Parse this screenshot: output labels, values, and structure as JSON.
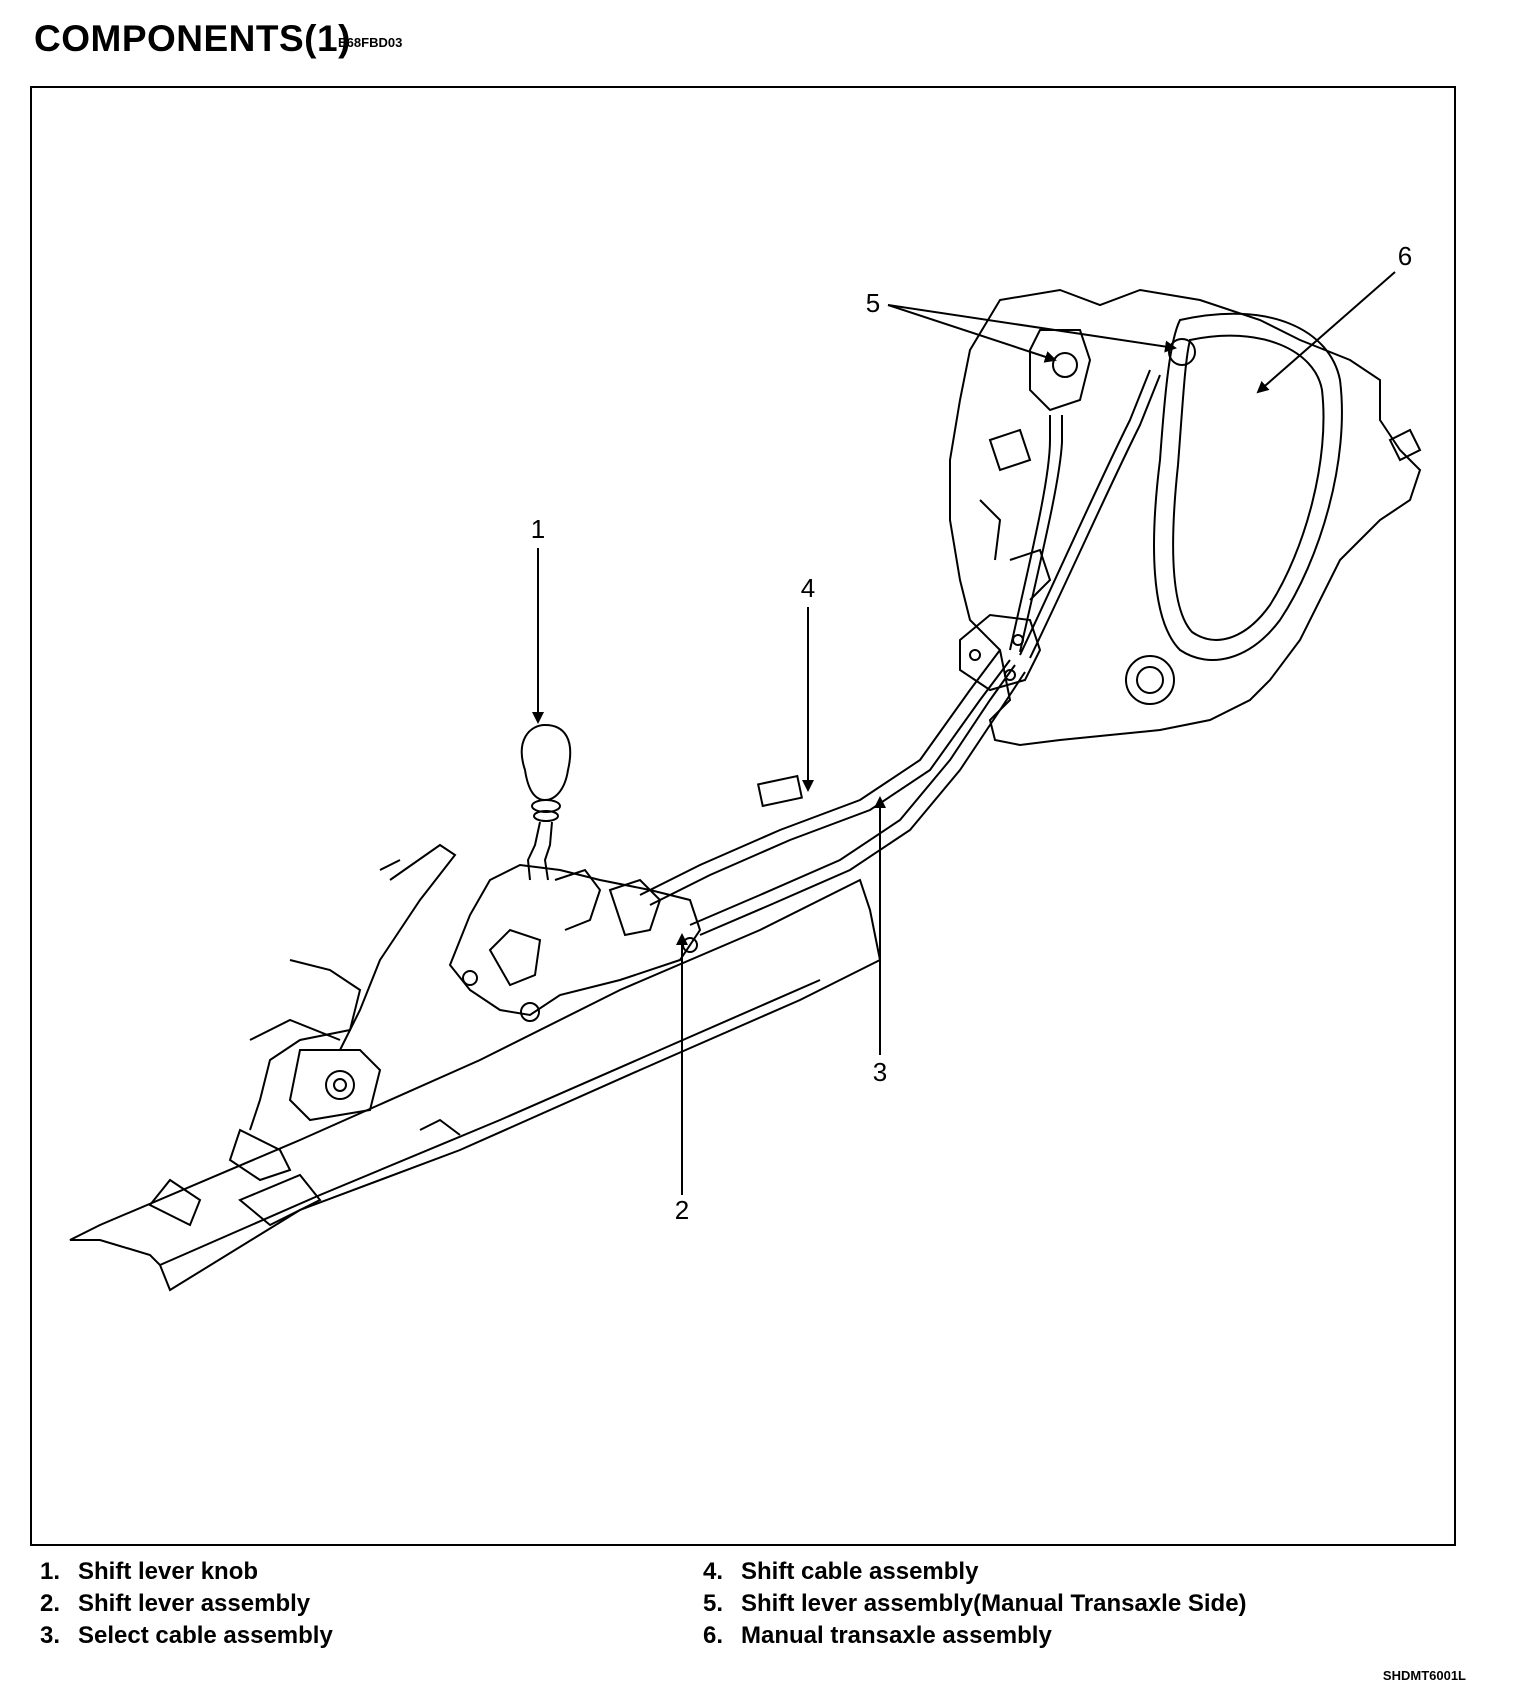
{
  "header": {
    "title": "COMPONENTS(1)",
    "code": "E68FBD03"
  },
  "callouts": [
    "1",
    "2",
    "3",
    "4",
    "5",
    "6"
  ],
  "legend": [
    {
      "num": "1.",
      "label": "Shift lever knob"
    },
    {
      "num": "2.",
      "label": "Shift lever assembly"
    },
    {
      "num": "3.",
      "label": "Select cable assembly"
    },
    {
      "num": "4.",
      "label": "Shift cable assembly"
    },
    {
      "num": "5.",
      "label": "Shift lever assembly(Manual Transaxle Side)"
    },
    {
      "num": "6.",
      "label": "Manual transaxle assembly"
    }
  ],
  "figure_code": "SHDMT6001L"
}
